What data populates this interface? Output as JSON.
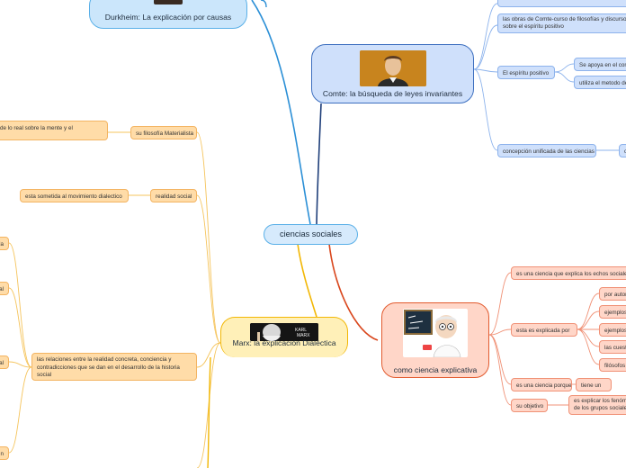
{
  "central": "ciencias sociales",
  "durkheim": {
    "title": "Durkheim: La explicación por causas"
  },
  "comte": {
    "title": "Comte: la búsqueda de leyes invariantes",
    "items": [
      "las obras de Comte-curso de filosofías y discurso sobre el espíritu positivo",
      "El espíritu positivo",
      "Se apoya en el conocimiento",
      "utiliza el metodo de",
      "concepción unificada de las ciencias",
      "o"
    ]
  },
  "explicativa": {
    "title": "como ciencia explicativa",
    "items": [
      "es una ciencia que explica los echos sociales",
      "esta es explicada por",
      "por autores",
      "ejemplos",
      "ejemplos",
      "las cuestiones",
      "filósofos",
      "es una ciencia porque",
      "tiene un",
      "su objetivo",
      "es explicar los fenómenos de los grupos sociales"
    ]
  },
  "marx": {
    "title": "Marx: la explicación Dialéctica",
    "portrait_text": [
      "KARL",
      "MARX"
    ],
    "items": [
      "su filosofía Materialista",
      "de lo real sobre la mente y el",
      "realidad  social",
      "esta sometida al movimiento dialectico",
      "las relaciones entre la realidad concreta, conciencia y contradicciones que se dan en el desarrollo de la historia social",
      "da",
      "al",
      "al",
      "n"
    ]
  },
  "colors": {
    "blue_line": "#2b8fd6",
    "navy_line": "#1f3f7a",
    "red_line": "#d9461c",
    "yellow_line": "#f2b705",
    "orange_line": "#f5a623"
  }
}
